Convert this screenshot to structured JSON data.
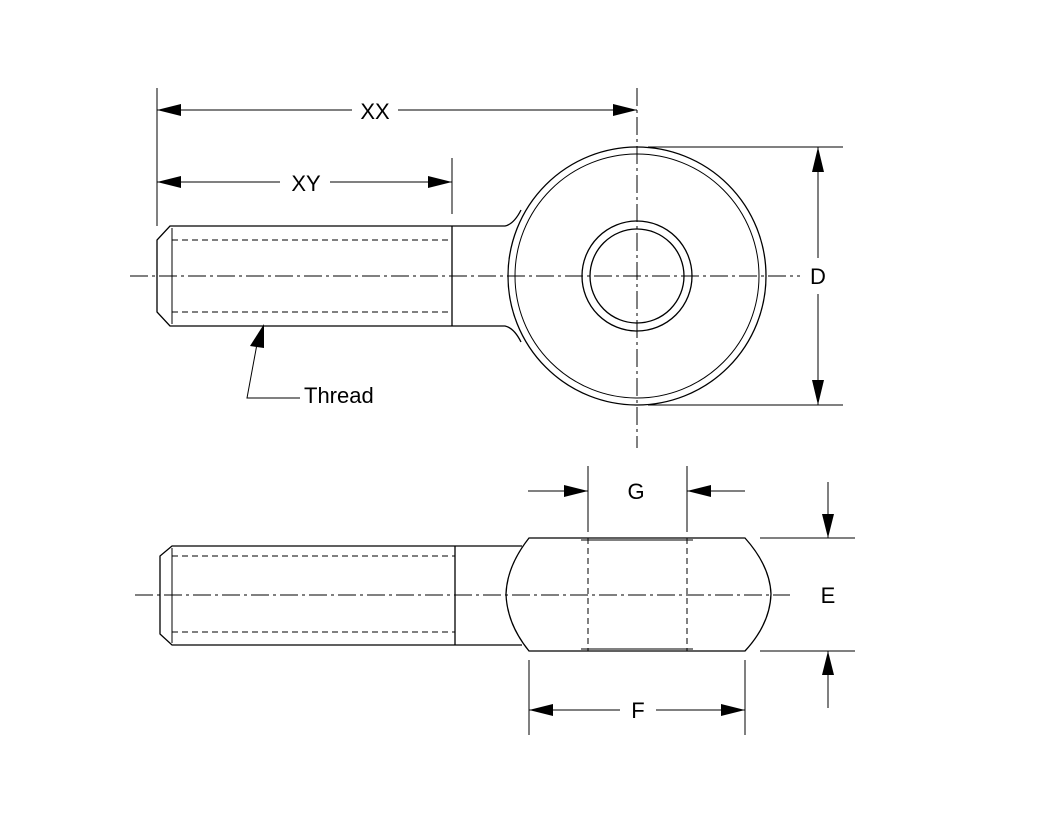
{
  "labels": {
    "xx": "XX",
    "xy": "XY",
    "d": "D",
    "thread": "Thread",
    "g": "G",
    "e": "E",
    "f": "F"
  }
}
